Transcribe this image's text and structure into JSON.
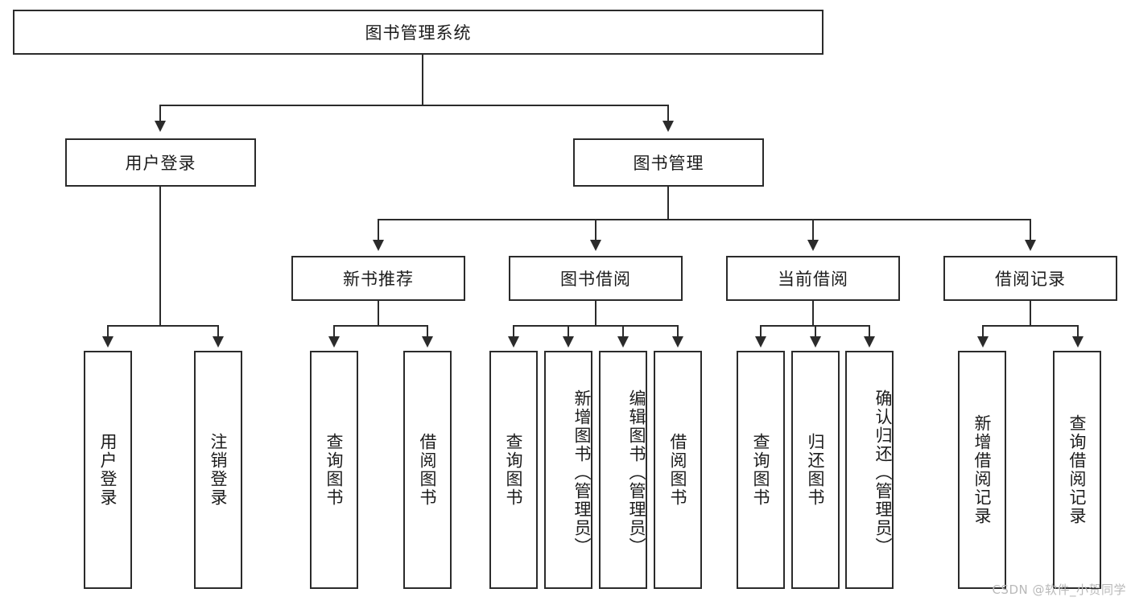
{
  "diagram": {
    "type": "tree-hierarchy-diagram",
    "title": "图书管理系统",
    "orientation": "top-down",
    "colors": {
      "border": "#2b2b2b",
      "text": "#1c1c1c",
      "background": "#ffffff",
      "watermark": "#b9b9b9"
    },
    "root": {
      "label": "图书管理系统"
    },
    "level1": [
      {
        "label": "用户登录"
      },
      {
        "label": "图书管理"
      }
    ],
    "level2": [
      {
        "label": "新书推荐"
      },
      {
        "label": "图书借阅"
      },
      {
        "label": "当前借阅"
      },
      {
        "label": "借阅记录"
      }
    ],
    "leaves": {
      "user_login": [
        {
          "label": "用户登录"
        },
        {
          "label": "注销登录"
        }
      ],
      "new_book_recommend": [
        {
          "label": "查询图书"
        },
        {
          "label": "借阅图书"
        }
      ],
      "book_borrow": [
        {
          "label": "查询图书"
        },
        {
          "label": "新增图书（管理员）"
        },
        {
          "label": "编辑图书（管理员）"
        },
        {
          "label": "借阅图书"
        }
      ],
      "current_borrow": [
        {
          "label": "查询图书"
        },
        {
          "label": "归还图书"
        },
        {
          "label": "确认归还（管理员）"
        }
      ],
      "borrow_record": [
        {
          "label": "新增借阅记录"
        },
        {
          "label": "查询借阅记录"
        }
      ]
    }
  },
  "watermark": {
    "text": "CSDN @软件_小贺同学"
  }
}
